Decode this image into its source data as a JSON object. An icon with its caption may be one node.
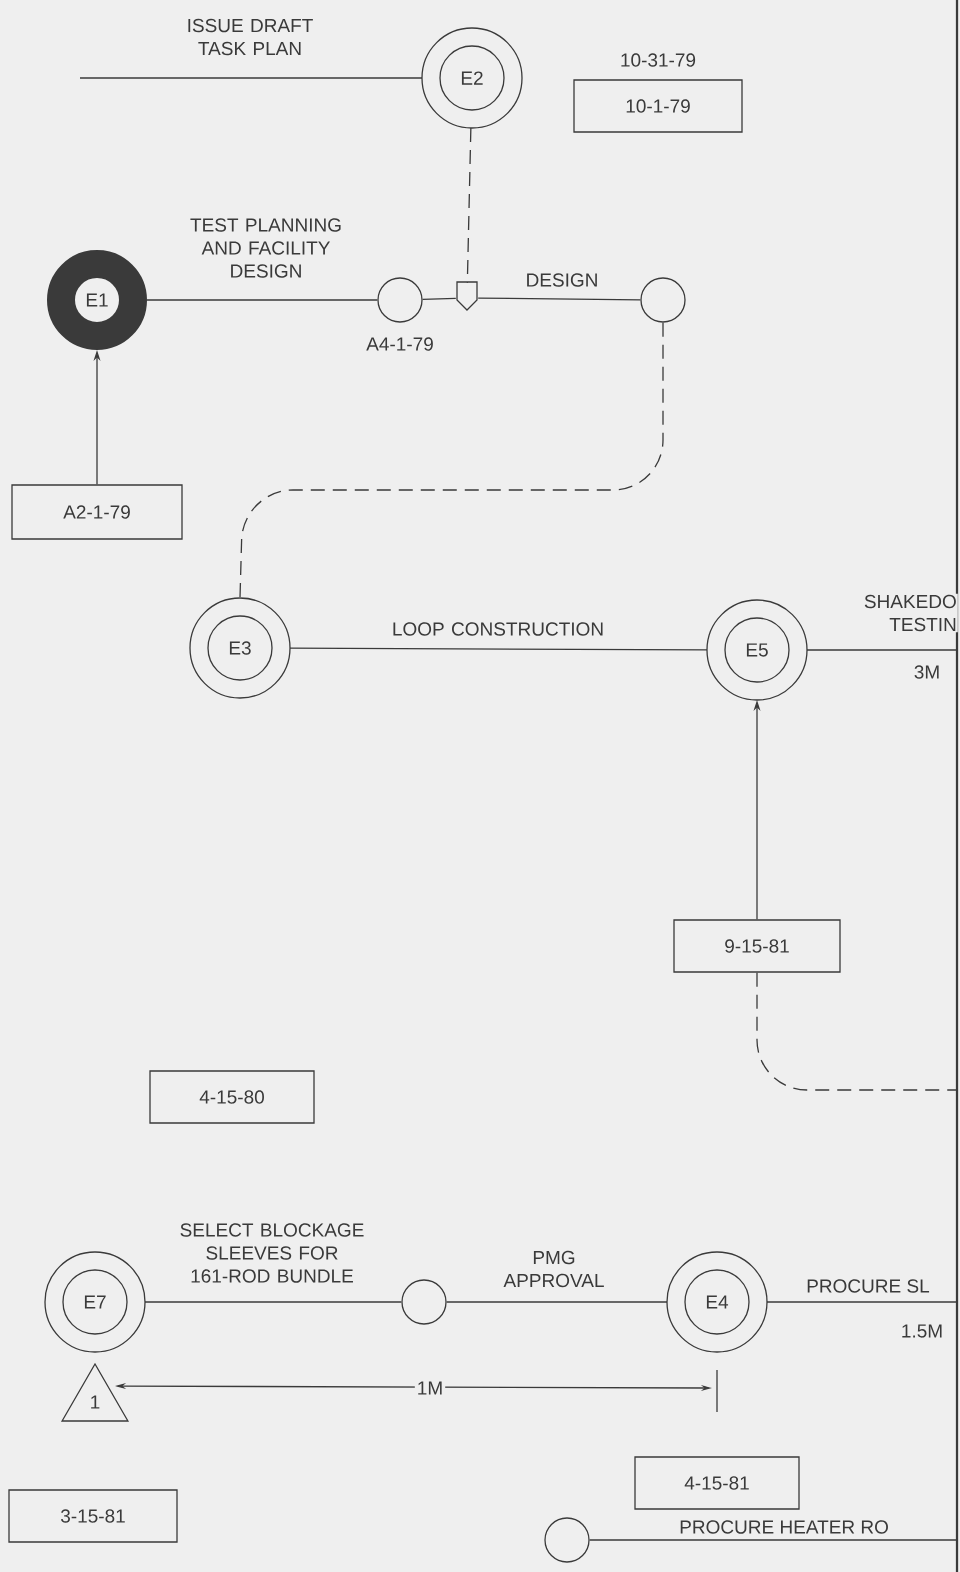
{
  "diagram": {
    "nodes": [
      {
        "text": [
          "E2"
        ]
      },
      {
        "text": [
          "10-1-79"
        ],
        "beside": [
          "10-31-79"
        ]
      },
      {
        "text": [
          "E1"
        ]
      },
      {
        "text": [],
        "shape": "circle",
        "beside": [
          "A4-1-79"
        ]
      },
      {
        "text": [],
        "shape": "pentagon"
      },
      {
        "text": [],
        "shape": "circle"
      },
      {
        "text": [
          "A2-1-79"
        ]
      },
      {
        "text": [
          "E3"
        ]
      },
      {
        "text": [
          "E5"
        ]
      },
      {
        "text": [
          "9-15-81"
        ]
      },
      {
        "text": [
          "4-15-80"
        ]
      },
      {
        "text": [
          "E7"
        ]
      },
      {
        "text": [],
        "shape": "circle"
      },
      {
        "text": [
          "E4"
        ]
      },
      {
        "text": [
          "1"
        ]
      },
      {
        "text": [
          "4-15-81"
        ]
      },
      {
        "text": [
          "3-15-81"
        ]
      },
      {
        "text": [],
        "shape": "circle"
      }
    ],
    "edges": [
      {
        "from": null,
        "to": 0,
        "arrow": "none",
        "label": "ISSUE DRAFT TASK PLAN"
      },
      {
        "from": 0,
        "to": 4,
        "arrow": "none",
        "style": "dashed"
      },
      {
        "from": 6,
        "to": 2,
        "arrow": "to"
      },
      {
        "from": 2,
        "to": 3,
        "arrow": "none",
        "label": "TEST PLANNING AND FACILITY DESIGN"
      },
      {
        "from": 3,
        "to": 4,
        "arrow": "none"
      },
      {
        "from": 4,
        "to": 5,
        "arrow": "none",
        "label": "DESIGN"
      },
      {
        "from": 5,
        "to": 7,
        "arrow": "none",
        "style": "dashed"
      },
      {
        "from": 7,
        "to": 8,
        "arrow": "none",
        "label": "LOOP CONSTRUCTION"
      },
      {
        "from": 8,
        "to": null,
        "arrow": "none",
        "label": "SHAKEDO TESTIN"
      },
      {
        "from": 9,
        "to": 8,
        "arrow": "to"
      },
      {
        "from": 9,
        "to": null,
        "arrow": "none",
        "style": "dashed"
      },
      {
        "from": 11,
        "to": 12,
        "arrow": "none",
        "label": "SELECT BLOCKAGE SLEEVES FOR 161-ROD BUNDLE"
      },
      {
        "from": 12,
        "to": 13,
        "arrow": "none",
        "label": "PMG APPROVAL"
      },
      {
        "from": 13,
        "to": null,
        "arrow": "none",
        "label": "PROCURE SL"
      },
      {
        "from": 17,
        "to": null,
        "arrow": "none",
        "label": "PROCURE HEATER RO"
      }
    ],
    "labels": [
      "3M",
      "1.5M",
      "1M"
    ]
  }
}
